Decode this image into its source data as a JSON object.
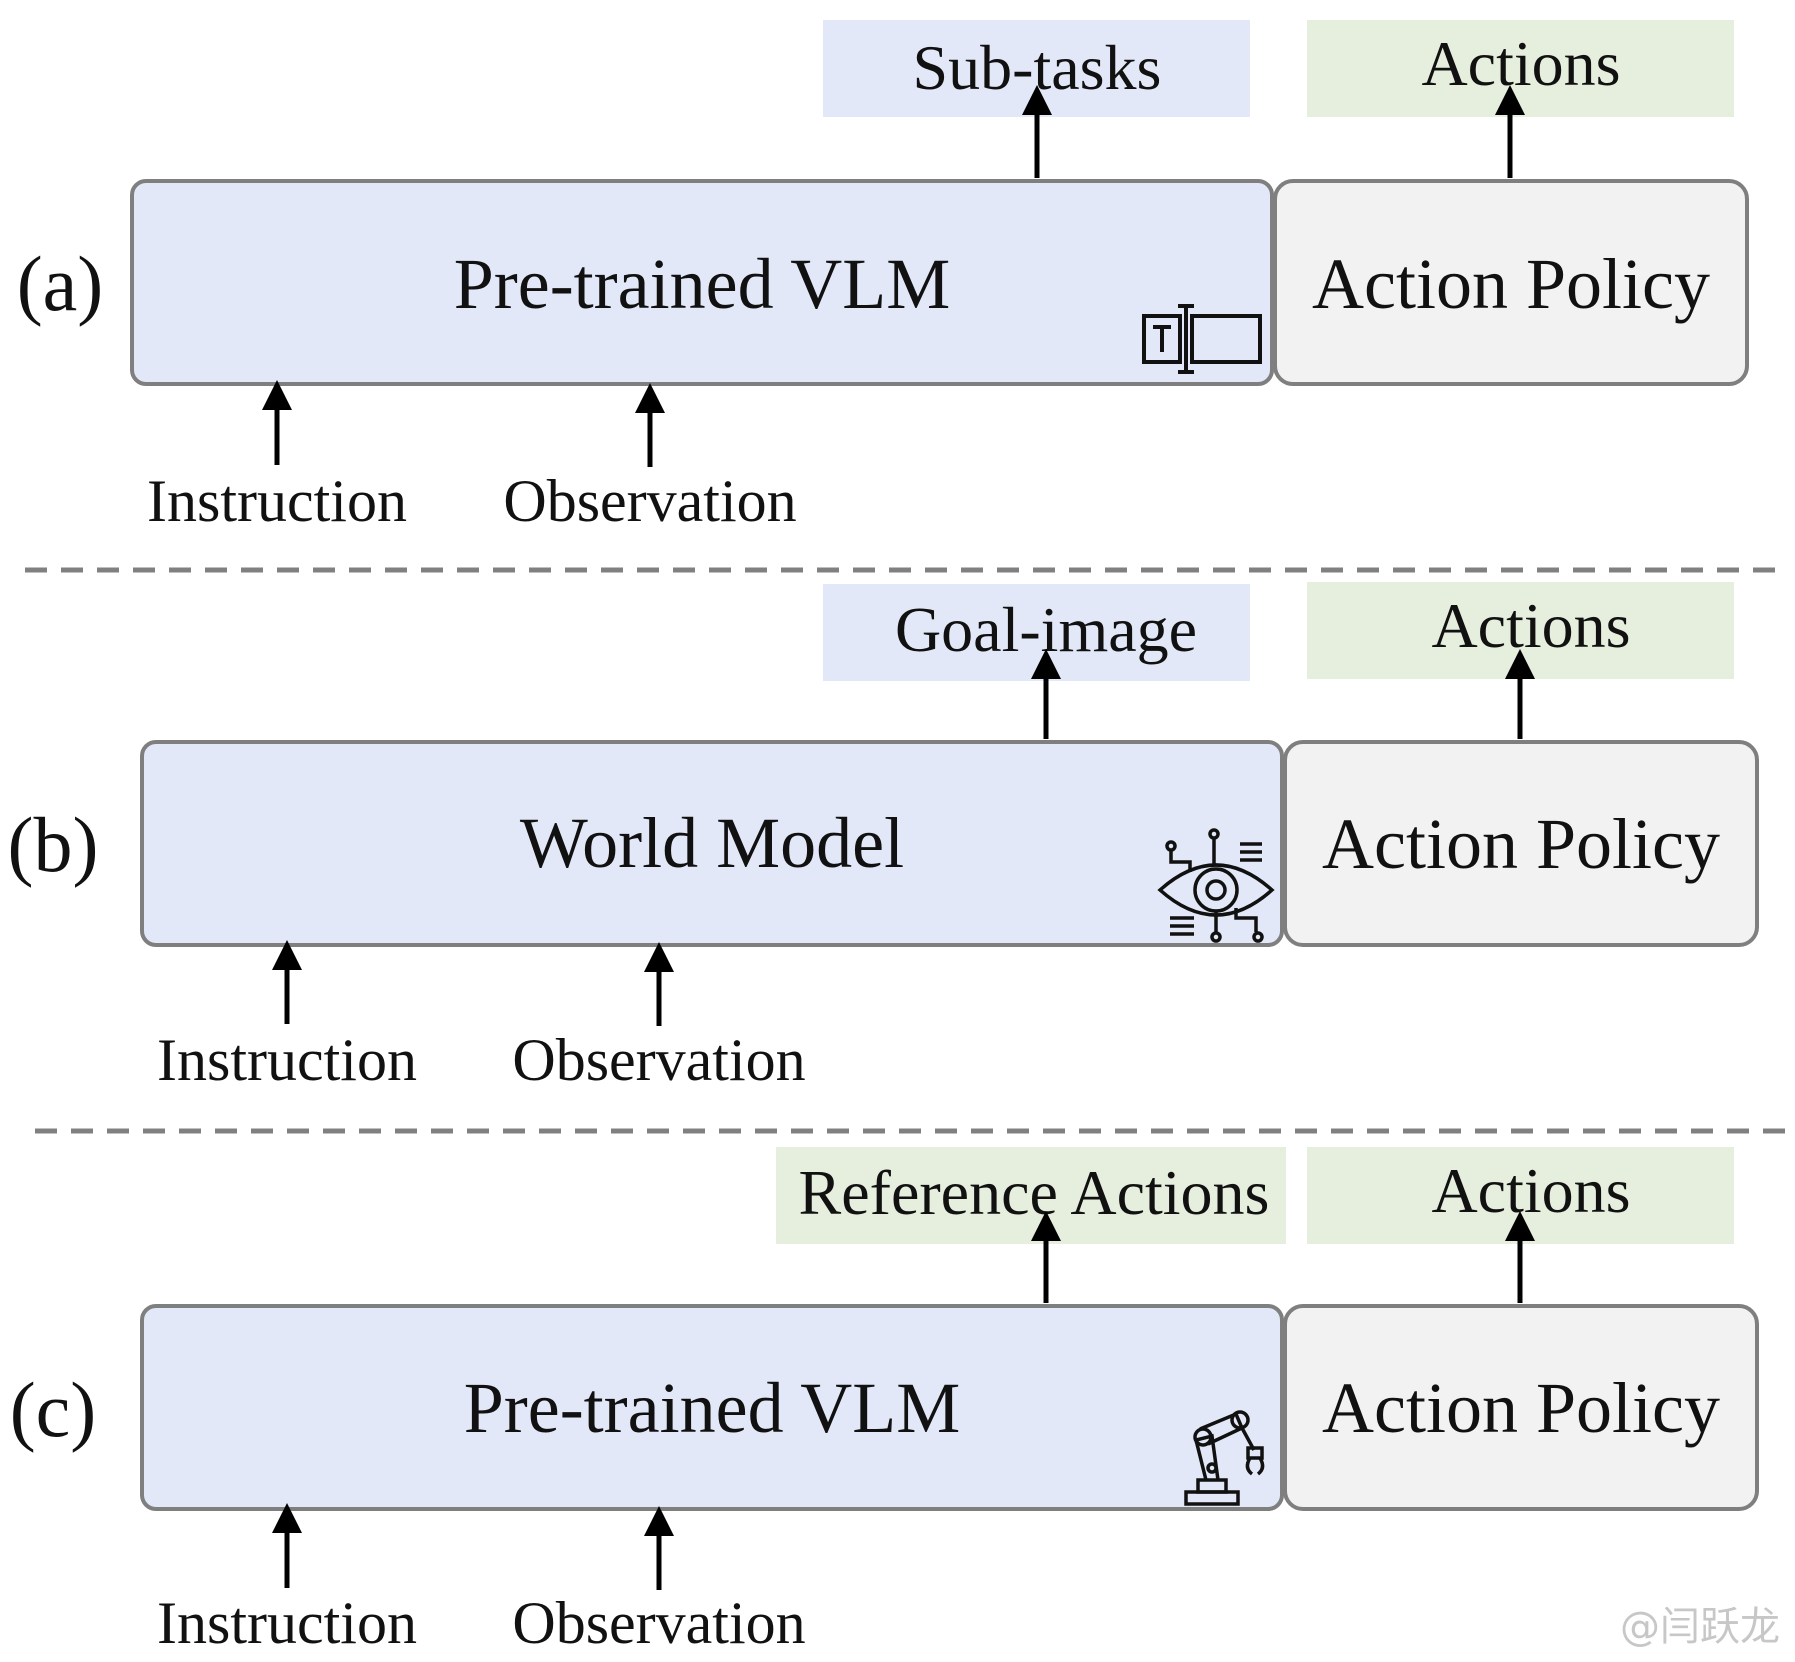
{
  "colors": {
    "model_fill": "#e3e8f8",
    "policy_fill": "#f2f2f2",
    "box_stroke": "#7f7f7f",
    "blue_label_bg": "#e3e8f8",
    "green_label_bg": "#e6eedd",
    "divider": "#808080"
  },
  "panels": [
    {
      "tag": "(a)",
      "model_label": "Pre-trained VLM",
      "model_icon": "text-cursor-icon",
      "policy_label": "Action Policy",
      "intermediate_output": "Sub-tasks",
      "final_output": "Actions",
      "inputs": [
        "Instruction",
        "Observation"
      ]
    },
    {
      "tag": "(b)",
      "model_label": "World Model",
      "model_icon": "cyber-eye-icon",
      "policy_label": "Action Policy",
      "intermediate_output": "Goal-image",
      "final_output": "Actions",
      "inputs": [
        "Instruction",
        "Observation"
      ]
    },
    {
      "tag": "(c)",
      "model_label": "Pre-trained VLM",
      "model_icon": "robot-arm-icon",
      "policy_label": "Action Policy",
      "intermediate_output": "Reference Actions",
      "final_output": "Actions",
      "inputs": [
        "Instruction",
        "Observation"
      ]
    }
  ],
  "watermark": "@闫跃龙"
}
